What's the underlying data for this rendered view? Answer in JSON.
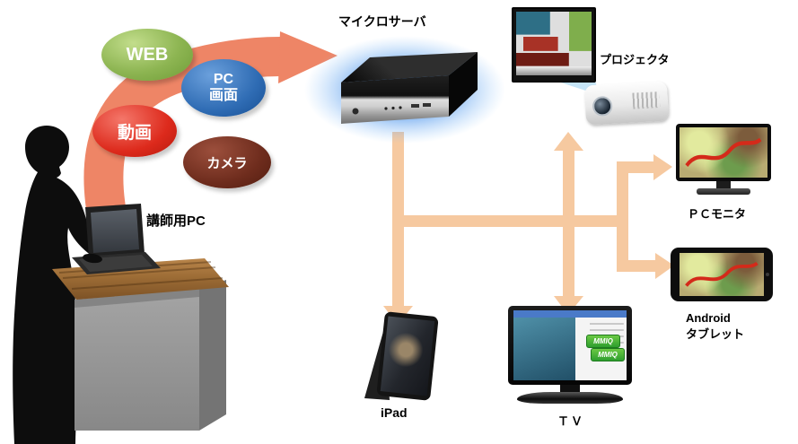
{
  "diagram": {
    "instructor_pc_label": "講師用PC",
    "server_label": "マイクロサーバ"
  },
  "bubbles": [
    {
      "id": "web",
      "label": "WEB"
    },
    {
      "id": "pc_screen",
      "label": "PC\n画面"
    },
    {
      "id": "video",
      "label": "動画"
    },
    {
      "id": "camera",
      "label": "カメラ"
    }
  ],
  "devices": [
    {
      "id": "projector",
      "label": "プロジェクタ"
    },
    {
      "id": "pc_monitor",
      "label": "ＰＣモニタ"
    },
    {
      "id": "android_tablet",
      "label": "Android\nタブレット"
    },
    {
      "id": "ipad",
      "label": "iPad"
    },
    {
      "id": "tv",
      "label": "ＴＶ",
      "screen_badge": "MMIQ"
    }
  ],
  "colors": {
    "big_arrow": "#ee8566",
    "flow_arrow": "#f6c9a0",
    "glow_blue": "#3c86e6"
  }
}
